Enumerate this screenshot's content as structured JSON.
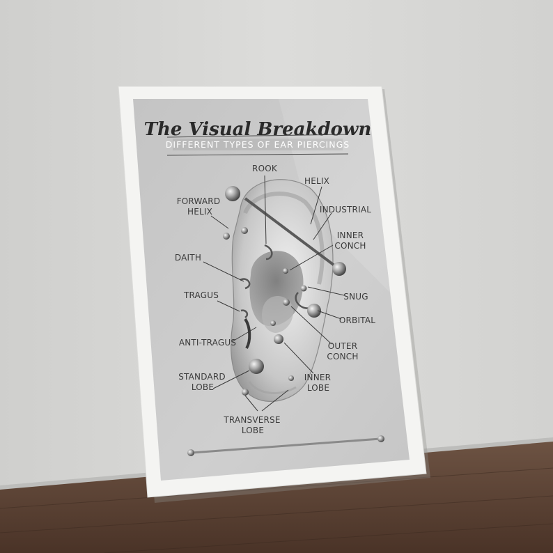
{
  "poster": {
    "title": "The Visual Breakdown",
    "subtitle": "DIFFERENT TYPES OF EAR PIERCINGS"
  },
  "labels": {
    "rook": "ROOK",
    "helix": "HELIX",
    "forward_helix": [
      "FORWARD",
      "HELIX"
    ],
    "industrial": "INDUSTRIAL",
    "inner_conch": [
      "INNER",
      "CONCH"
    ],
    "daith": "DAITH",
    "snug": "SNUG",
    "tragus": "TRAGUS",
    "orbital": "ORBITAL",
    "anti_tragus": "ANTI-TRAGUS",
    "outer_conch": [
      "OUTER",
      "CONCH"
    ],
    "standard_lobe": [
      "STANDARD",
      "LOBE"
    ],
    "inner_lobe": [
      "INNER",
      "LOBE"
    ],
    "transverse_lobe": [
      "TRANSVERSE",
      "LOBE"
    ]
  },
  "colors": {
    "wall": "#d8d8d6",
    "floor": "#5a4232",
    "frame": "#f4f4f2",
    "poster": "#c9c9c9",
    "text": "#3a3a3a"
  }
}
